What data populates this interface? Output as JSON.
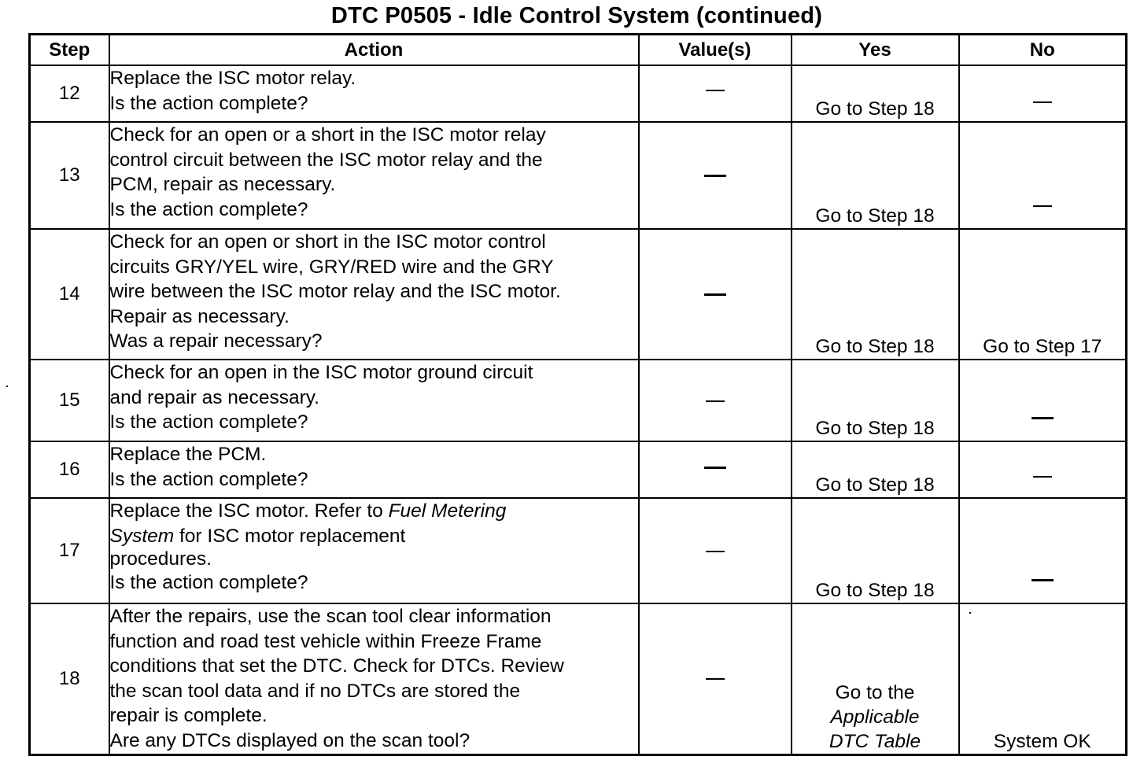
{
  "title": "DTC P0505 - Idle Control System (continued)",
  "columns": {
    "step": "Step",
    "action": "Action",
    "values": "Value(s)",
    "yes": "Yes",
    "no": "No"
  },
  "rows": [
    {
      "step": "12",
      "action_lines": [
        "Replace the ISC motor relay.",
        "Is the action complete?"
      ],
      "value": "—",
      "yes": "Go to Step 18",
      "no": "—"
    },
    {
      "step": "13",
      "action_lines": [
        "Check for an open or a short in the ISC motor relay",
        "control circuit between the ISC motor relay and the",
        "PCM, repair as necessary.",
        "Is the action complete?"
      ],
      "value": "—",
      "yes": "Go to Step 18",
      "no": "—"
    },
    {
      "step": "14",
      "action_lines": [
        "Check for an open or short in the ISC motor control",
        "circuits GRY/YEL wire, GRY/RED wire and the GRY",
        "wire between the ISC motor relay and the ISC motor.",
        "Repair as necessary.",
        "Was a repair necessary?"
      ],
      "value": "—",
      "yes": "Go to Step 18",
      "no": "Go to Step 17"
    },
    {
      "step": "15",
      "action_lines": [
        "Check for an open in the ISC motor ground circuit",
        "and repair as necessary.",
        "Is the action complete?"
      ],
      "value": "—",
      "yes": "Go to Step 18",
      "no": "—"
    },
    {
      "step": "16",
      "action_lines": [
        "Replace the PCM.",
        "Is the action complete?"
      ],
      "value": "—",
      "yes": "Go to Step 18",
      "no": "—"
    },
    {
      "step": "17",
      "action_parts": {
        "line1_prefix": "Replace the ISC motor. Refer to ",
        "line1_italic": "Fuel Metering",
        "line2_italic": "System",
        "line2_suffix": " for ISC motor replacement",
        "line3": "procedures.",
        "line4": "Is the action complete?"
      },
      "value": "—",
      "yes": "Go to Step 18",
      "no": "—"
    },
    {
      "step": "18",
      "action_lines": [
        "After the repairs, use the scan tool clear information",
        "function and road test vehicle within Freeze Frame",
        "conditions that set the DTC. Check for DTCs. Review",
        "the scan tool data and if no DTCs are stored the",
        "repair is complete.",
        "Are any DTCs displayed on the scan tool?"
      ],
      "value": "—",
      "yes_parts": {
        "line1": "Go to the",
        "line2_italic": "Applicable",
        "line3_italic": "DTC Table"
      },
      "no": "System OK"
    }
  ]
}
